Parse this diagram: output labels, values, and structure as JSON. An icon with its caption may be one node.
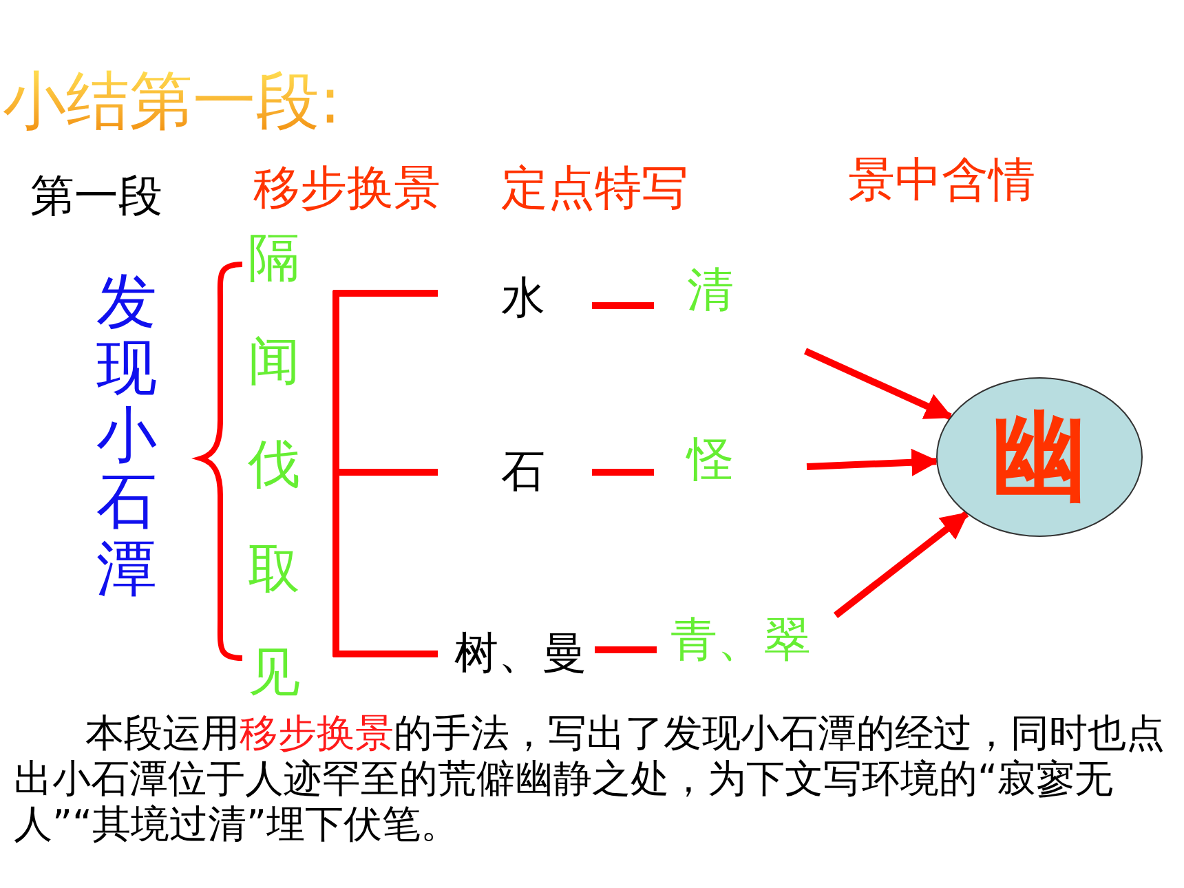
{
  "diagram": {
    "title": "小结第一段:",
    "nodes": [
      {
        "text": [
          "发现小石潭"
        ]
      },
      {
        "text": [
          "隔闻伐取见"
        ]
      },
      {
        "text": [
          "水"
        ]
      },
      {
        "text": [
          "石"
        ]
      },
      {
        "text": [
          "树、曼"
        ]
      },
      {
        "text": [
          "清"
        ]
      },
      {
        "text": [
          "怪"
        ]
      },
      {
        "text": [
          "青、翠"
        ]
      },
      {
        "text": [
          "幽"
        ]
      }
    ],
    "edges": [
      {
        "from": 1,
        "to": 2,
        "arrow": "none"
      },
      {
        "from": 1,
        "to": 3,
        "arrow": "none"
      },
      {
        "from": 1,
        "to": 4,
        "arrow": "none"
      },
      {
        "from": 2,
        "to": 5,
        "arrow": "none"
      },
      {
        "from": 3,
        "to": 6,
        "arrow": "none"
      },
      {
        "from": 4,
        "to": 7,
        "arrow": "none"
      },
      {
        "from": 5,
        "to": 8,
        "arrow": "to"
      },
      {
        "from": 6,
        "to": 8,
        "arrow": "to"
      },
      {
        "from": 7,
        "to": 8,
        "arrow": "to"
      }
    ],
    "labels": [
      "第一段",
      "移步换景",
      "定点特写",
      "景中含情",
      "本段运用**移步换景**的手法，写出了发现小石潭的经过，同时也点出小石潭位于人迹罕至的荒僻幽静之处，为下文写环境的“寂寥无人”“其境过清”埋下伏笔。"
    ]
  }
}
